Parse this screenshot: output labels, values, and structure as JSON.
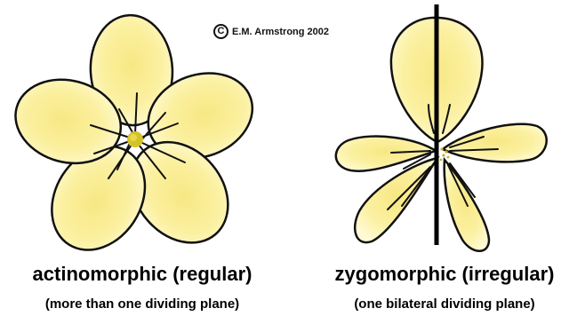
{
  "copyright": {
    "symbol": "C",
    "text": "E.M. Armstrong 2002"
  },
  "flowers": [
    {
      "title": "actinomorphic (regular)",
      "subtitle": "(more than one dividing plane)",
      "petal_count": 5
    },
    {
      "title": "zygomorphic (irregular)",
      "subtitle": "(one bilateral dividing plane)",
      "petal_count": 5
    }
  ],
  "colors": {
    "petal_fill": "#FBF3A6",
    "petal_center": "#F6E57A",
    "outline": "#111111",
    "center_dot": "#D4C22A",
    "dividing_line": "#000000"
  }
}
